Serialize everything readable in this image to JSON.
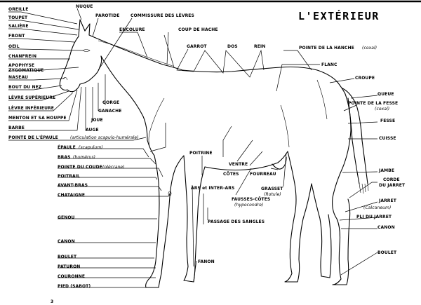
{
  "title": "L'EXTÉRIEUR",
  "footnote": "3",
  "labels": {
    "oreille": "OREILLE",
    "toupet": "TOUPET",
    "saliere": "SALIÈRE",
    "front": "FRONT",
    "oeil": "OEIL",
    "chanfrein": "CHANFREIN",
    "apophyse": "APOPHYSE",
    "zygomatique": "ZYGOMATIQUE",
    "naseau": "NASEAU",
    "bout_du_nez": "BOUT DU NEZ",
    "levre_sup": "LÈVRE SUPÉRIEURE",
    "levre_inf": "LÈVRE INFÉRIEURE",
    "menton": "MENTON ET SA HOUPPE",
    "barbe": "BARBE",
    "pointe_epaule": "POINTE DE L'ÉPAULE",
    "pointe_epaule_note": "(articulation scapulo-humérale)",
    "nuque": "NUQUE",
    "parotide": "PAROTIDE",
    "commissure": "COMMISSURE DES LÈVRES",
    "encolure": "ENCOLURE",
    "coup_de_hache": "COUP DE HACHE",
    "garrot": "GARROT",
    "dos": "DOS",
    "rein": "REIN",
    "pointe_hanche": "POINTE DE LA HANCHE",
    "pointe_hanche_note": "(coxal)",
    "flanc": "FLANC",
    "croupe": "CROUPE",
    "queue": "QUEUE",
    "pointe_fesse": "POINTE DE LA FESSE",
    "pointe_fesse_note": "(coxal)",
    "fesse": "FESSE",
    "cuisse": "CUISSE",
    "jambe": "JAMBE",
    "corde_jarret_1": "CORDE",
    "corde_jarret_2": "DU JARRET",
    "jarret": "JARRET",
    "jarret_note": "(Calcaneum)",
    "pli_du_jarret": "PLI DU JARRET",
    "canon_right": "CANON",
    "boulet_right": "BOULET",
    "gorge": "GORGE",
    "ganache": "GANACHE",
    "joue": "JOUE",
    "auge": "AUGE",
    "epaule": "ÉPAULE",
    "epaule_note": "(scapulum)",
    "bras": "BRAS",
    "bras_note": "(humérus)",
    "pointe_coude": "POINTE DU COUDE",
    "pointe_coude_note": "(olécrane)",
    "poitrail": "POITRAIL",
    "avant_bras": "AVANT-BRAS",
    "chataigne": "CHATAIGNE",
    "genou": "GENOU",
    "canon_left": "CANON",
    "boulet_left": "BOULET",
    "paturon": "PATURON",
    "couronne": "COURONNE",
    "pied": "PIED (SABOT)",
    "poitrine": "POITRINE",
    "ars": "ARS et INTER-ARS",
    "cotes": "CÔTES",
    "ventre": "VENTRE",
    "fourreau": "FOURREAU",
    "grasset": "GRASSET",
    "grasset_note": "(Rotule)",
    "fausses_cotes": "FAUSSES-CÔTES",
    "hypocondre": "(hypocondre)",
    "passage_sangles": "PASSAGE DES SANGLES",
    "fanon": "FANON"
  }
}
